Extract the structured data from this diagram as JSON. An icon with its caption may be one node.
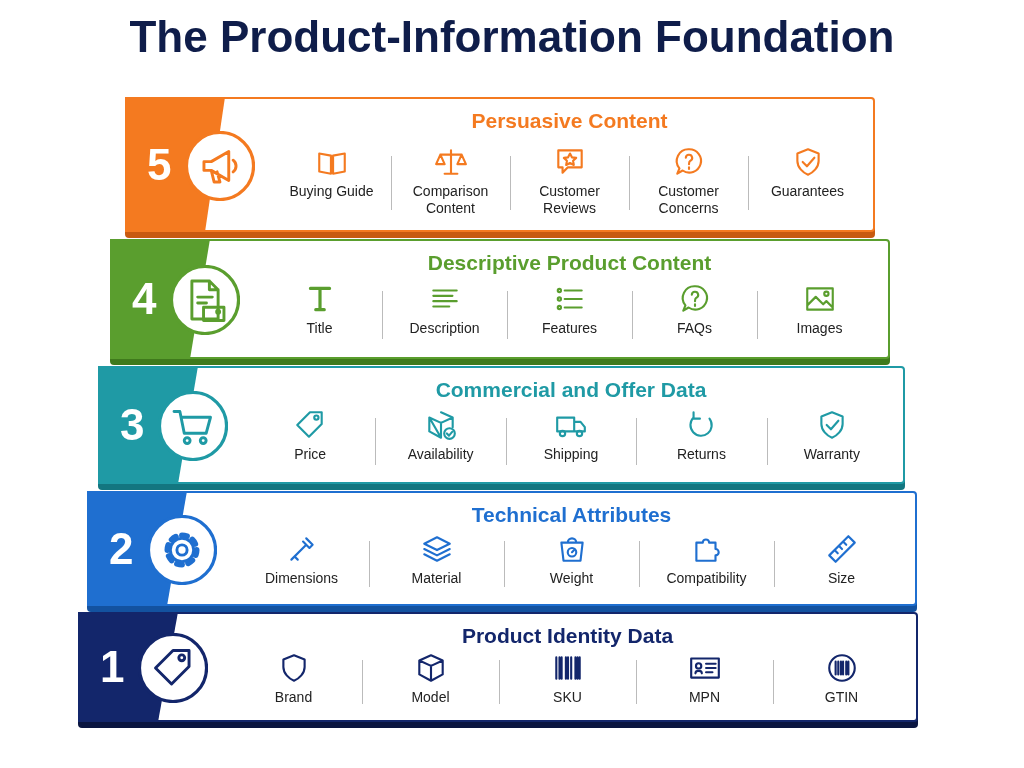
{
  "diagram": {
    "title": "The Product-Information Foundation",
    "nodes": [
      {
        "text": [
          "5",
          "Persuasive Content"
        ]
      },
      {
        "text": [
          "Buying Guide"
        ],
        "in": 0
      },
      {
        "text": [
          "Comparison Content"
        ],
        "in": 0
      },
      {
        "text": [
          "Customer Reviews"
        ],
        "in": 0
      },
      {
        "text": [
          "Customer Concerns"
        ],
        "in": 0
      },
      {
        "text": [
          "Guarantees"
        ],
        "in": 0
      },
      {
        "text": [
          "4",
          "Descriptive Product Content"
        ]
      },
      {
        "text": [
          "Title"
        ],
        "in": 6
      },
      {
        "text": [
          "Description"
        ],
        "in": 6
      },
      {
        "text": [
          "Features"
        ],
        "in": 6
      },
      {
        "text": [
          "FAQs"
        ],
        "in": 6
      },
      {
        "text": [
          "Images"
        ],
        "in": 6
      },
      {
        "text": [
          "3",
          "Commercial and Offer Data"
        ]
      },
      {
        "text": [
          "Price"
        ],
        "in": 12
      },
      {
        "text": [
          "Availability"
        ],
        "in": 12
      },
      {
        "text": [
          "Shipping"
        ],
        "in": 12
      },
      {
        "text": [
          "Returns"
        ],
        "in": 12
      },
      {
        "text": [
          "Warranty"
        ],
        "in": 12
      },
      {
        "text": [
          "2",
          "Technical Attributes"
        ]
      },
      {
        "text": [
          "Dimensions"
        ],
        "in": 18
      },
      {
        "text": [
          "Material"
        ],
        "in": 18
      },
      {
        "text": [
          "Weight"
        ],
        "in": 18
      },
      {
        "text": [
          "Compatibility"
        ],
        "in": 18
      },
      {
        "text": [
          "Size"
        ],
        "in": 18
      },
      {
        "text": [
          "1",
          "Product Identity Data"
        ]
      },
      {
        "text": [
          "Brand"
        ],
        "in": 24
      },
      {
        "text": [
          "Model"
        ],
        "in": 24
      },
      {
        "text": [
          "SKU"
        ],
        "in": 24
      },
      {
        "text": [
          "MPN"
        ],
        "in": 24
      },
      {
        "text": [
          "GTIN"
        ],
        "in": 24
      }
    ],
    "edges": []
  }
}
